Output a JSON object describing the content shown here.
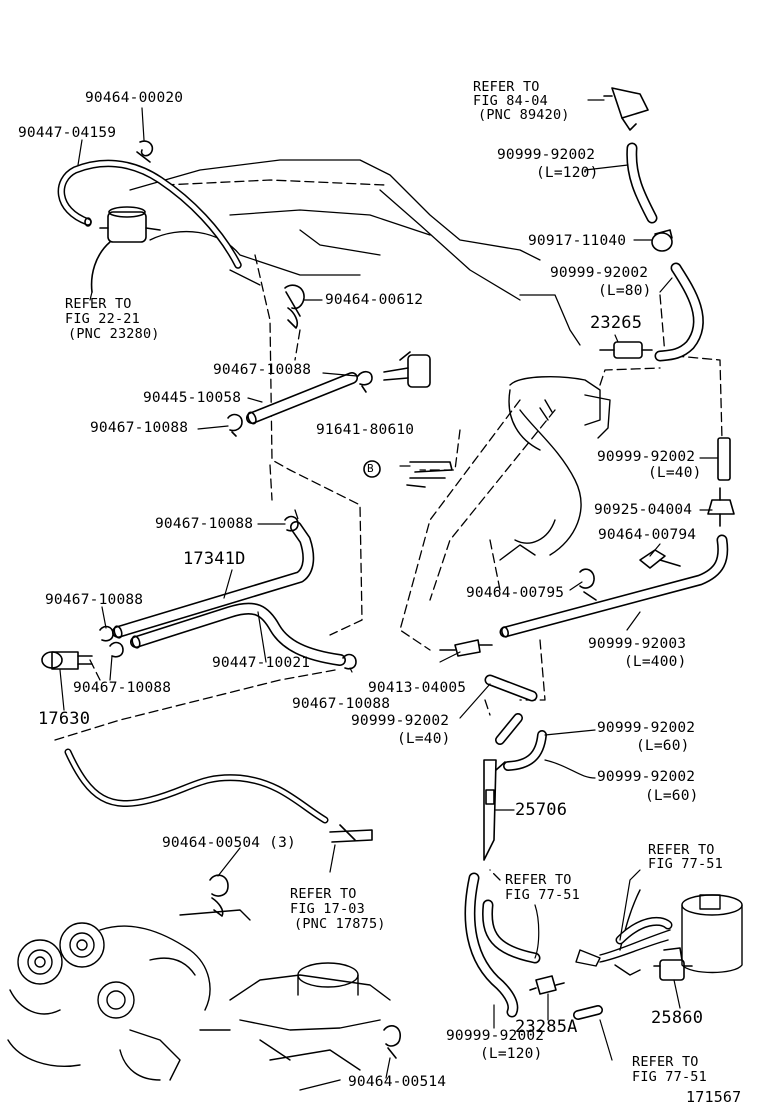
{
  "figure_id": "171567",
  "labels": {
    "p90464_00020": "90464-00020",
    "p90447_04159": "90447-04159",
    "ref_fig_22_21": [
      "REFER TO",
      "FIG 22-21",
      "(PNC 23280)"
    ],
    "p90464_00612": "90464-00612",
    "p90467_10088_a": "90467-10088",
    "p90445_10058": "90445-10058",
    "p90467_10088_b": "90467-10088",
    "p91641_80610": "91641-80610",
    "mark_b": "B",
    "p90467_10088_c": "90467-10088",
    "p17341D": "17341D",
    "p90467_10088_d": "90467-10088",
    "p90447_10021": "90447-10021",
    "p90467_10088_e": "90467-10088",
    "p90467_10088_f": "90467-10088",
    "p17630": "17630",
    "ref_fig_84_04": [
      "REFER TO",
      "FIG 84-04",
      "(PNC 89420)"
    ],
    "p90999_92002_a": [
      "90999-92002",
      "(L=120)"
    ],
    "p90917_11040": "90917-11040",
    "p90999_92002_b": [
      "90999-92002",
      "(L=80)"
    ],
    "p23265": "23265",
    "p90999_92002_c": [
      "90999-92002",
      "(L=40)"
    ],
    "p90925_04004": "90925-04004",
    "p90464_00794": "90464-00794",
    "p90464_00795": "90464-00795",
    "p90999_92003": [
      "90999-92003",
      "(L=400)"
    ],
    "p90413_04005": "90413-04005",
    "p90999_92002_d": [
      "90999-92002",
      "(L=40)"
    ],
    "p90999_92002_e": [
      "90999-92002",
      "(L=60)"
    ],
    "p90999_92002_f": [
      "90999-92002",
      "(L=60)"
    ],
    "p25706": "25706",
    "p90464_00504": "90464-00504 (3)",
    "ref_fig_17_03": [
      "REFER TO",
      "FIG 17-03",
      "(PNC 17875)"
    ],
    "ref_fig_77_51_a": [
      "REFER TO",
      "FIG  77-51"
    ],
    "ref_fig_77_51_b": [
      "REFER TO",
      "FIG 77-51"
    ],
    "p23285A": "23285A",
    "p25860": "25860",
    "p90999_92002_g": [
      "90999-92002",
      "(L=120)"
    ],
    "ref_fig_77_51_c": [
      "REFER TO",
      "FIG 77-51"
    ],
    "p90464_00514": "90464-00514"
  }
}
